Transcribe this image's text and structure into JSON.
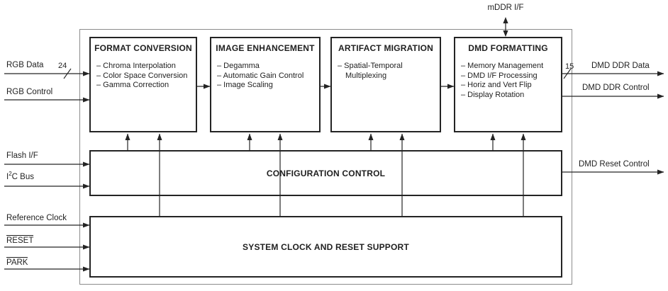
{
  "colors": {
    "ink": "#242424",
    "outer_frame": "#8c8c8c",
    "background": "#ffffff"
  },
  "top_port": {
    "label": "mDDR I/F"
  },
  "blocks": {
    "format_conversion": {
      "title": "FORMAT CONVERSION",
      "items": [
        "– Chroma Interpolation",
        "– Color Space Conversion",
        "– Gamma Correction"
      ]
    },
    "image_enhancement": {
      "title": "IMAGE ENHANCEMENT",
      "items": [
        "– Degamma",
        "– Automatic Gain Control",
        "– Image Scaling"
      ]
    },
    "artifact_migration": {
      "title": "ARTIFACT MIGRATION",
      "items": [
        "– Spatial-Temporal Multiplexing"
      ]
    },
    "dmd_formatting": {
      "title": "DMD FORMATTING",
      "items": [
        "– Memory Management",
        "– DMD I/F Processing",
        "– Horiz and Vert Flip",
        "– Display Rotation"
      ]
    },
    "configuration_control": {
      "title": "CONFIGURATION CONTROL"
    },
    "system_clock_reset": {
      "title": "SYSTEM CLOCK AND RESET SUPPORT"
    }
  },
  "left_ports": [
    {
      "label": "RGB Data",
      "bus_width": "24"
    },
    {
      "label": "RGB Control"
    },
    {
      "label": "Flash I/F"
    },
    {
      "label_base": "I",
      "label_sup": "2",
      "label_rest": "C Bus"
    },
    {
      "label": "Reference Clock"
    },
    {
      "label": "RESET"
    },
    {
      "label": "PARK"
    }
  ],
  "right_ports": [
    {
      "label": "DMD DDR Data",
      "bus_width": "15"
    },
    {
      "label": "DMD DDR Control"
    },
    {
      "label": "DMD Reset Control"
    }
  ]
}
